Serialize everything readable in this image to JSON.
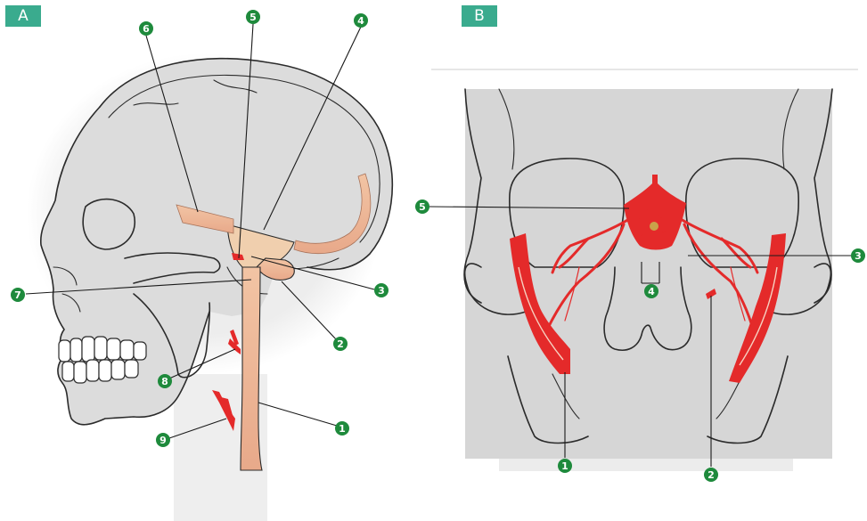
{
  "panels": {
    "a": {
      "tag": "A"
    },
    "b": {
      "tag": "B"
    }
  },
  "markers_a": [
    "1",
    "2",
    "3",
    "4",
    "5",
    "6",
    "7",
    "8",
    "9"
  ],
  "markers_b": [
    "1",
    "2",
    "3",
    "4",
    "5"
  ],
  "colors": {
    "tag_bg": "#3aab8e",
    "marker_green": "#1e8a3c",
    "artery_red": "#e42a2a",
    "vessel_tan": "#e9b89a",
    "background_gray": "#d6d6d6"
  }
}
